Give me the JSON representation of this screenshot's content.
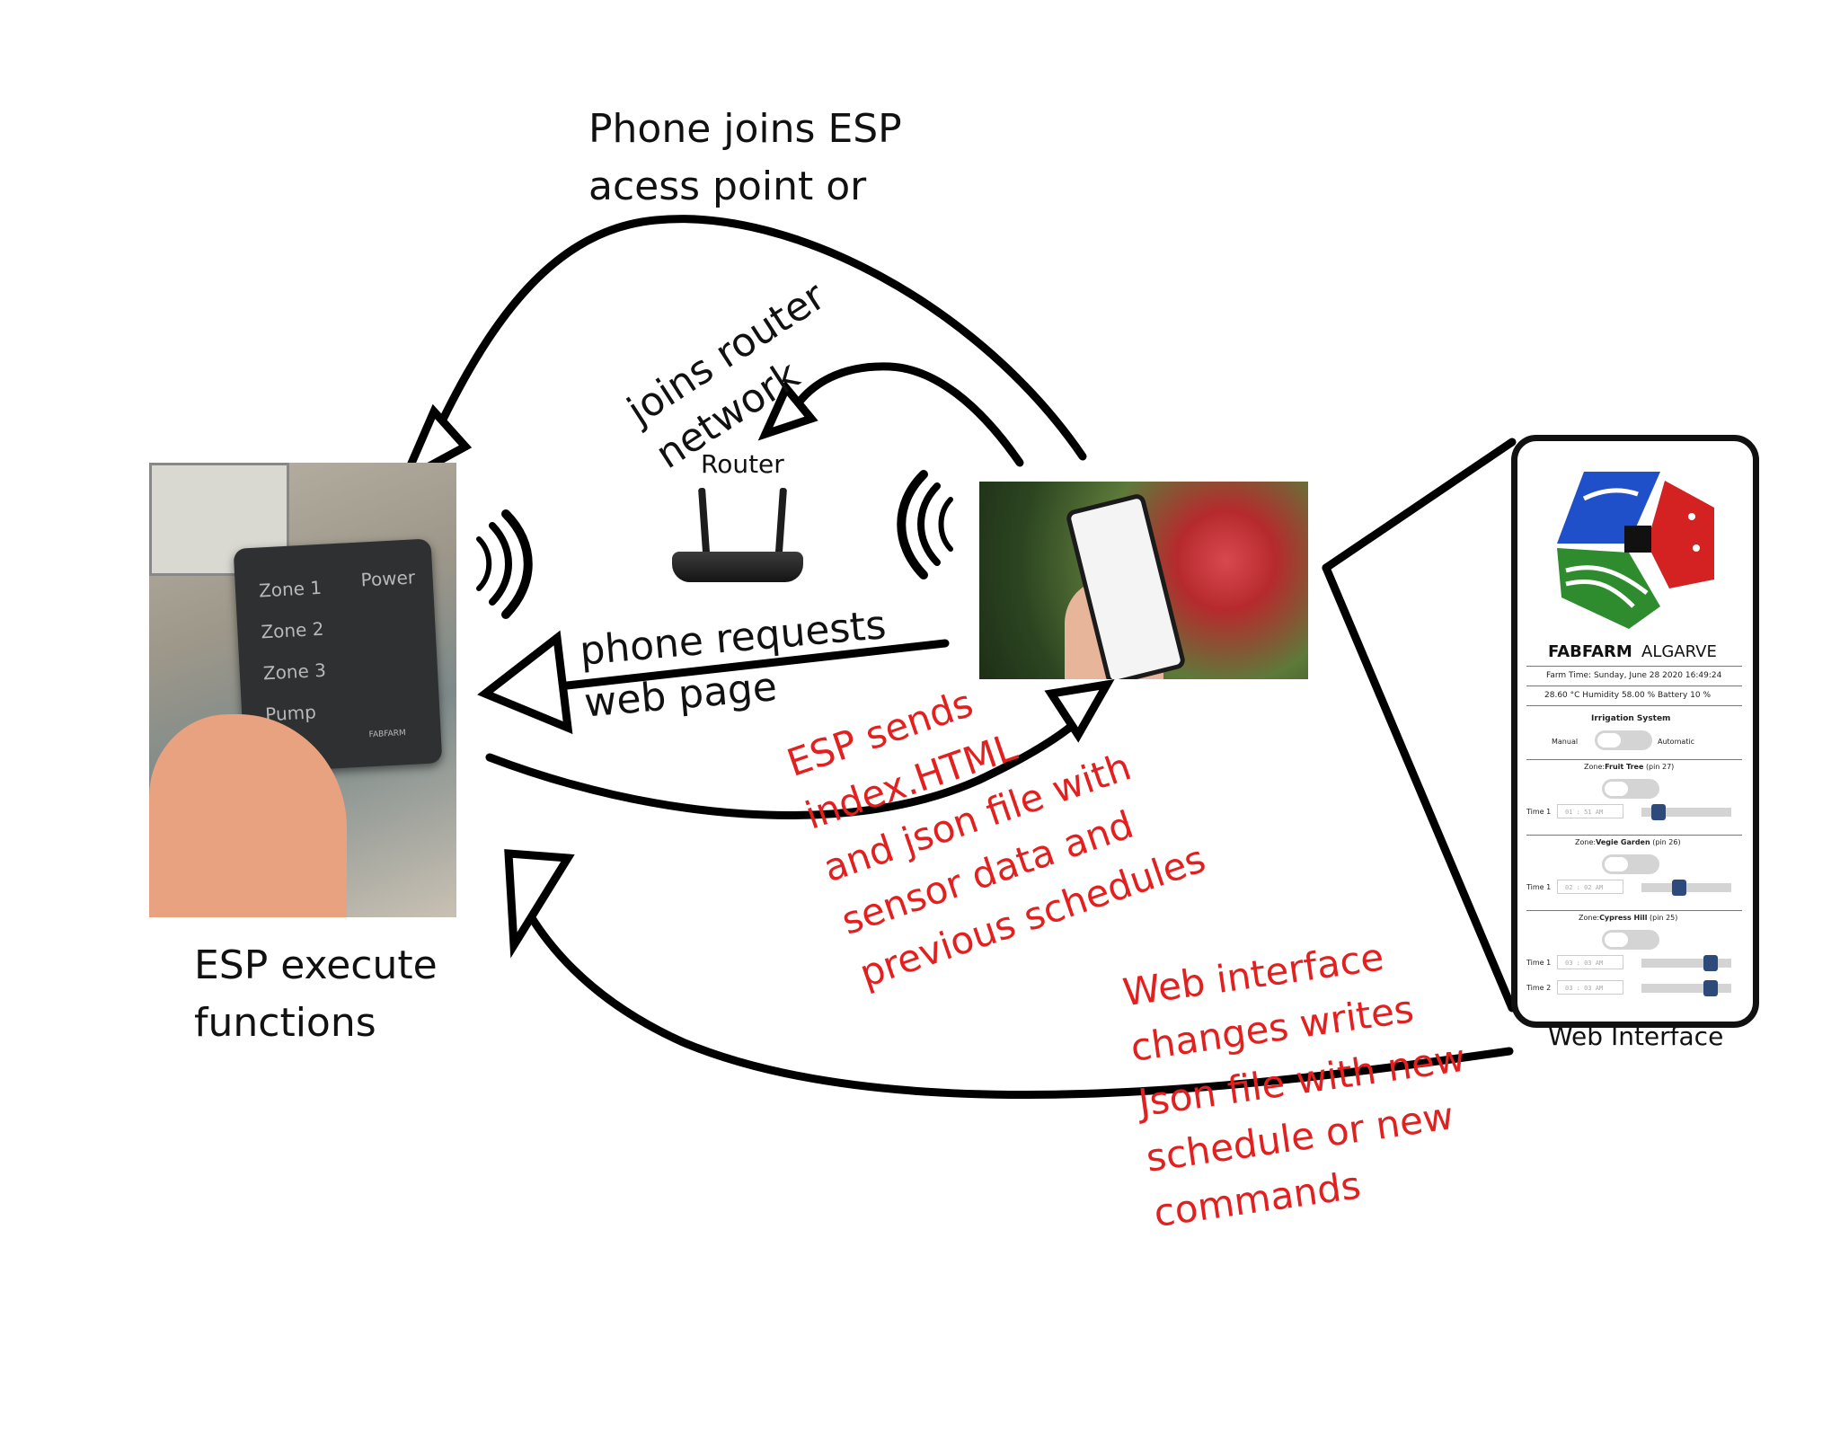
{
  "labels": {
    "phone_joins": "Phone joins ESP\nacess point or",
    "joins_router": "joins router\nnetwork",
    "router": "Router",
    "phone_requests": "phone requests\nweb page",
    "esp_sends": "ESP sends\nindex.HTML\nand json file with\nsensor data and\nprevious schedules",
    "esp_execute": "ESP execute\nfunctions",
    "web_changes": "Web interface\nchanges writes\nJson file with new\nschedule or new\ncommands",
    "web_interface": "Web Interface"
  },
  "esp_photo": {
    "zones": [
      "Zone 1",
      "Zone 2",
      "Zone 3",
      "Pump"
    ],
    "power": "Power",
    "brand": "FABFARM"
  },
  "web_panel": {
    "brand": "FABFARM",
    "brand_suffix": "ALGARVE",
    "farm_time": "Farm Time: Sunday, June 28 2020 16:49:24",
    "sensors": "28.60 °C  Humidity 58.00 %  Battery 10 %",
    "section_title": "Irrigation System",
    "mode_manual": "Manual",
    "mode_automatic": "Automatic",
    "zones": [
      {
        "prefix": "Zone:",
        "name": "Fruit Tree",
        "pin": "(pin 27)",
        "times": [
          {
            "label": "Time 1",
            "value": "01 : 51  AM",
            "level": 0.13
          }
        ]
      },
      {
        "prefix": "Zone:",
        "name": "Vegie Garden",
        "pin": "(pin 26)",
        "times": [
          {
            "label": "Time 1",
            "value": "02 : 02  AM",
            "level": 0.4
          }
        ]
      },
      {
        "prefix": "Zone:",
        "name": "Cypress Hill",
        "pin": "(pin 25)",
        "times": [
          {
            "label": "Time 1",
            "value": "03 : 03  AM",
            "level": 0.82
          },
          {
            "label": "Time 2",
            "value": "03 : 03  AM",
            "level": 0.82
          }
        ]
      }
    ]
  },
  "colors": {
    "red_text": "#e32020",
    "black_text": "#111111",
    "logo_blue": "#1f4fc9",
    "logo_red": "#d42222",
    "logo_green": "#2e8b2e",
    "slider_knob": "#2e4a7a"
  }
}
